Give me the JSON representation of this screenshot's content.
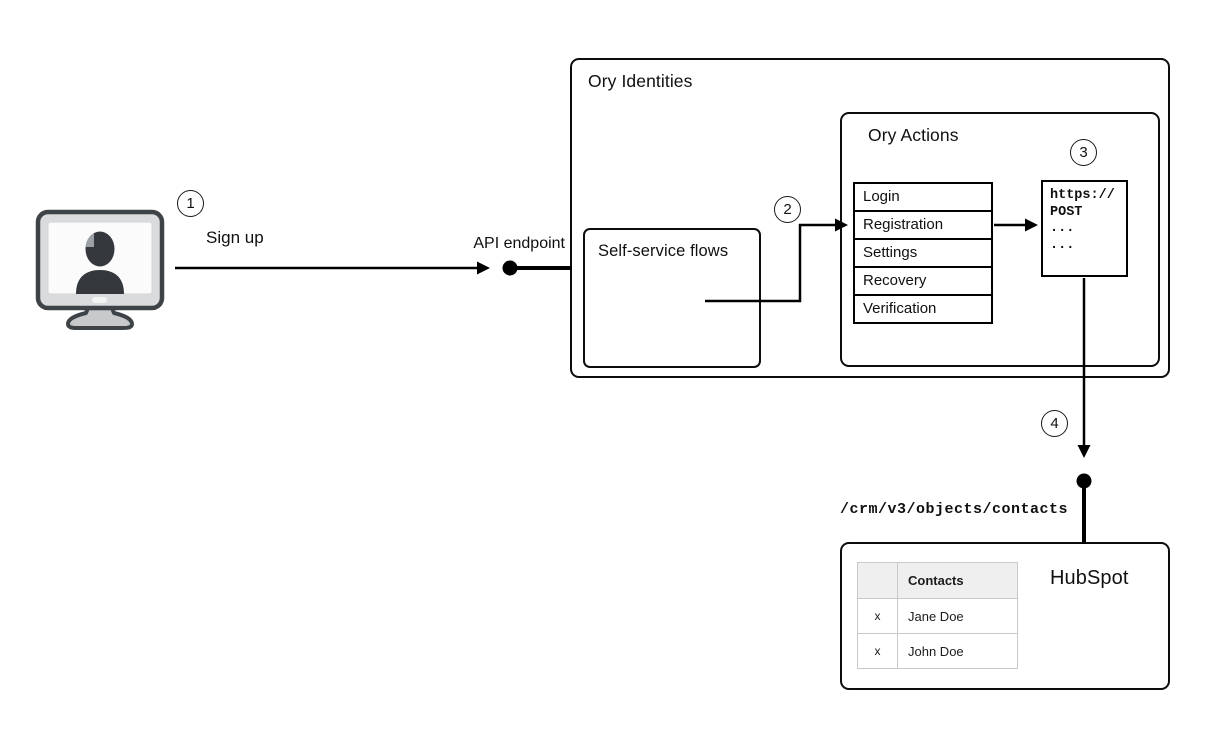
{
  "diagram": {
    "steps": {
      "one": "1",
      "two": "2",
      "three": "3",
      "four": "4"
    },
    "labels": {
      "sign_up": "Sign up",
      "api_endpoint": "API endpoint",
      "ory_identities": "Ory Identities",
      "self_service_flows": "Self-service flows",
      "ory_actions": "Ory Actions",
      "hubspot": "HubSpot",
      "hubspot_endpoint": "/crm/v3/objects/contacts"
    },
    "flows": [
      "Login",
      "Registration",
      "Settings",
      "Recovery",
      "Verification"
    ],
    "request_code": {
      "line1": "https://",
      "line2": "POST",
      "line3": "...",
      "line4": "..."
    },
    "contacts_table": {
      "header_contacts": "Contacts",
      "rows": [
        {
          "action": "x",
          "name": "Jane Doe"
        },
        {
          "action": "x",
          "name": "John Doe"
        }
      ]
    },
    "icons": {
      "client": "user-on-monitor-icon"
    },
    "colors": {
      "line": "#000000",
      "box_border": "#0d0d0d",
      "table_border": "#c9c9c9",
      "table_header_bg": "#efefef",
      "monitor_frame": "#d9dbdc",
      "silhouette": "#34383c"
    }
  }
}
